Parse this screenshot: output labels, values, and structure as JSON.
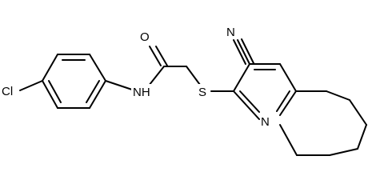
{
  "molecule": {
    "atoms": {
      "chlorine": "Cl",
      "amide_nh": "NH",
      "carbonyl_oxygen": "O",
      "sulfur": "S",
      "nitrile_nitrogen": "N",
      "pyridine_nitrogen": "N"
    }
  }
}
